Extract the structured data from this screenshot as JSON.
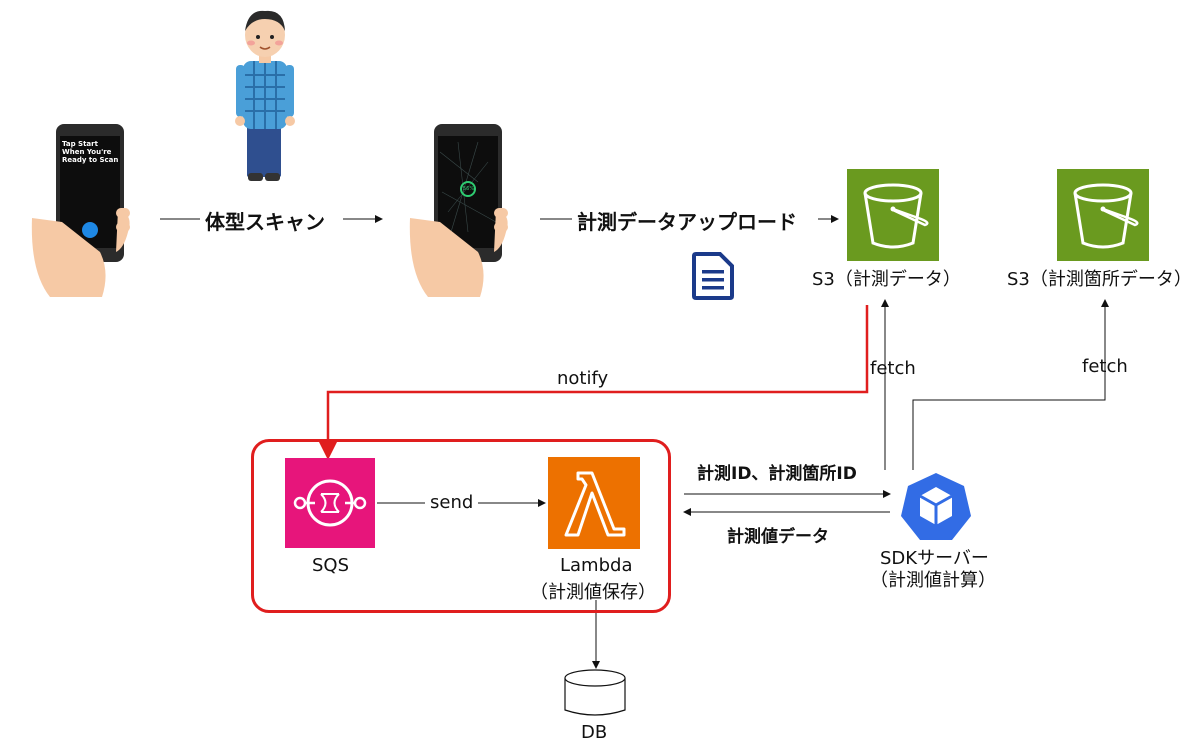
{
  "steps": {
    "body_scan": "体型スキャン",
    "upload": "計測データアップロード"
  },
  "phone1": {
    "screen_text": "Tap Start When You're Ready to Scan"
  },
  "phone2": {
    "progress_text": "56%"
  },
  "s3_measure": {
    "label": "S3（計測データ）"
  },
  "s3_points": {
    "label": "S3（計測箇所データ）"
  },
  "edges": {
    "notify": "notify",
    "fetch1": "fetch",
    "fetch2": "fetch",
    "send": "send",
    "ids": "計測ID、計測箇所ID",
    "values": "計測値データ"
  },
  "sqs": {
    "label": "SQS"
  },
  "lambda": {
    "label": "Lambda",
    "sublabel": "（計測値保存）"
  },
  "sdk": {
    "label": "SDKサーバー",
    "sublabel": "（計測値計算）"
  },
  "db": {
    "label": "DB"
  },
  "colors": {
    "s3": "#6a9a1f",
    "sqs": "#e7157b",
    "lambda": "#ed7100",
    "k8s": "#326ce5",
    "highlight": "#e01e1e",
    "doc": "#1b3a8a"
  }
}
